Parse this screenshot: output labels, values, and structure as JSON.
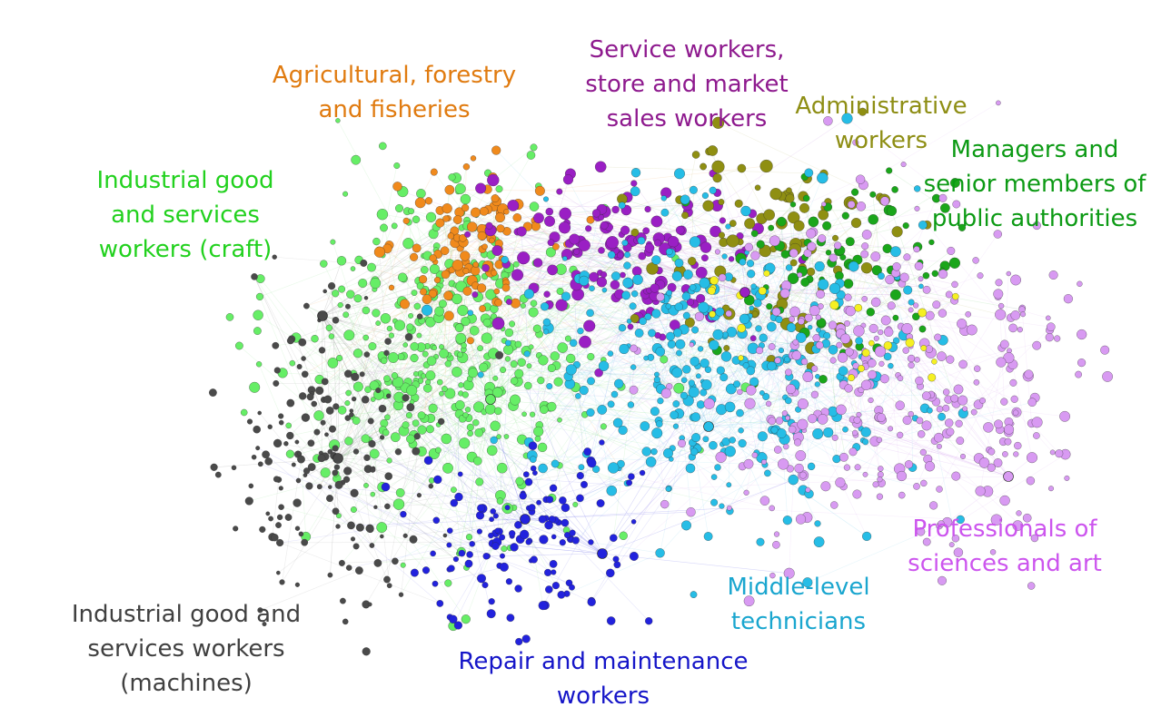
{
  "clusters": [
    {
      "id": "agri",
      "lines": [
        "Agricultural, forestry",
        "and fisheries"
      ],
      "color": "#e07b10"
    },
    {
      "id": "service",
      "lines": [
        "Service workers,",
        "store and market",
        "sales workers"
      ],
      "color": "#8e1a8e"
    },
    {
      "id": "admin",
      "lines": [
        "Administrative",
        "workers"
      ],
      "color": "#8e8e14"
    },
    {
      "id": "managers",
      "lines": [
        "Managers and",
        "senior members of",
        "public authorities"
      ],
      "color": "#0c9a14"
    },
    {
      "id": "craft",
      "lines": [
        "Industrial good",
        "and services",
        "workers (craft)"
      ],
      "color": "#22d11e"
    },
    {
      "id": "professionals",
      "lines": [
        "Professionals of",
        "sciences and art"
      ],
      "color": "#cc55ee"
    },
    {
      "id": "technicians",
      "lines": [
        "Middle-level",
        "technicians"
      ],
      "color": "#1aa6cf"
    },
    {
      "id": "machines",
      "lines": [
        "Industrial good and",
        "services workers",
        "(machines)"
      ],
      "color": "#404040"
    },
    {
      "id": "repair",
      "lines": [
        "Repair and maintenance",
        "workers"
      ],
      "color": "#1515c8"
    }
  ],
  "node_colors": {
    "agri": "#f08a1c",
    "service": "#9a1fc4",
    "admin": "#8f8f12",
    "managers": "#1aa61a",
    "craft": "#66ee66",
    "professionals": "#d89af2",
    "technicians": "#26bde6",
    "machines": "#4a4a4a",
    "repair": "#2222dd",
    "accent": "#f5f022"
  }
}
